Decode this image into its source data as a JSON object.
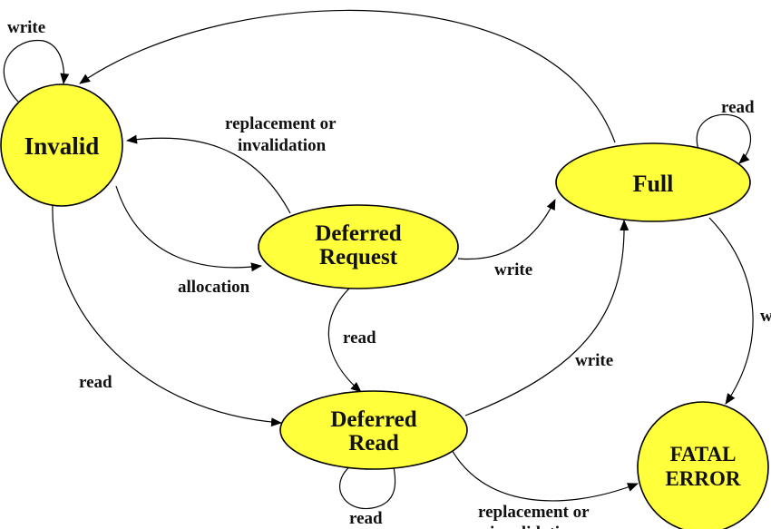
{
  "colors": {
    "node_fill": "#FFFF3C",
    "stroke": "#000000",
    "text": "#111111"
  },
  "nodes": {
    "invalid": {
      "label": "Invalid"
    },
    "deferred_request": {
      "line1": "Deferred",
      "line2": "Request"
    },
    "full": {
      "label": "Full"
    },
    "deferred_read": {
      "line1": "Deferred",
      "line2": "Read"
    },
    "fatal_error": {
      "line1": "FATAL",
      "line2": "ERROR"
    }
  },
  "edges": {
    "invalid_self_write": "write",
    "full_to_invalid_repl_line1": "replacement or",
    "full_to_invalid_repl_line2": "invalidation",
    "invalid_to_request_alloc": "allocation",
    "request_to_full_write": "write",
    "request_to_read_read": "read",
    "invalid_to_read_read": "read",
    "read_to_full_write": "write",
    "full_self_read": "read",
    "full_to_fatal_write": "write",
    "read_self_read": "read",
    "read_to_fatal_repl_line1": "replacement or",
    "read_to_fatal_repl_line2": "invalidation"
  }
}
